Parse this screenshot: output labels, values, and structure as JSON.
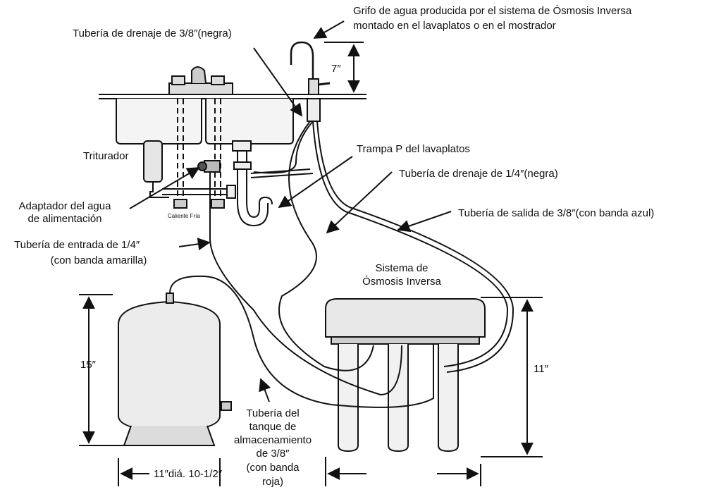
{
  "labels": {
    "faucet_line1": "Grifo de agua producida por el sistema de Ósmosis Inversa",
    "faucet_line2": "montado en el lavaplatos o en el mostrador",
    "drain_38": "Tubería de drenaje de 3/8″(negra)",
    "triturador": "Triturador",
    "trap": "Trampa P del lavaplatos",
    "drain_14": "Tubería de drenaje de 1/4″(negra)",
    "adapter_line1": "Adaptador del agua",
    "adapter_line2": "de alimentación",
    "hot_cold": "Caliente Fría",
    "outlet": "Tubería de salida de 3/8″(con banda azul)",
    "inlet_line1": "Tubería de entrada de 1/4″",
    "inlet_line2": "(con banda amarilla)",
    "system_line1": "Sistema de",
    "system_line2": "Ósmosis Inversa",
    "tank_tube_line1": "Tubería del",
    "tank_tube_line2": "tanque de",
    "tank_tube_line3": "almacenamiento",
    "tank_tube_line4": "de 3/8″",
    "tank_tube_line5": "(con banda",
    "tank_tube_line6": "roja)"
  },
  "dimensions": {
    "faucet_height": "7″",
    "tank_height": "15″",
    "tank_width": "11″diá. 10-1/2″",
    "system_height": "11″"
  }
}
